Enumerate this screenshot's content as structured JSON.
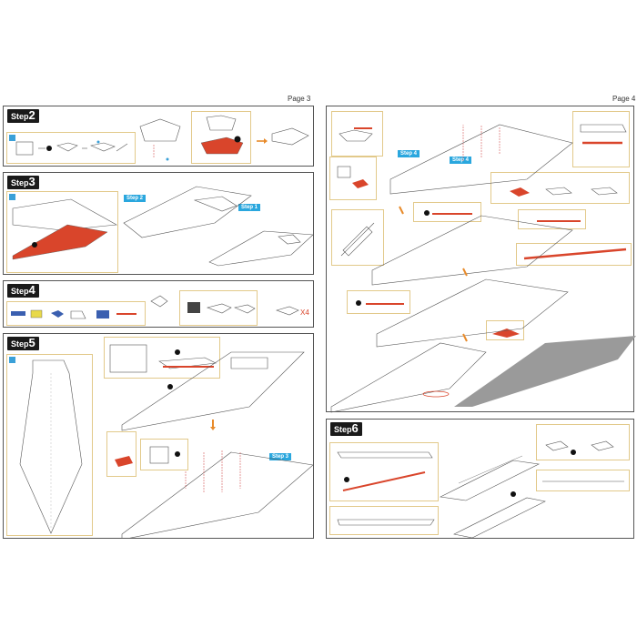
{
  "pages": {
    "left_label": "Page 3",
    "right_label": "Page 4"
  },
  "steps": {
    "s2": {
      "word": "Step",
      "num": "2"
    },
    "s3": {
      "word": "Step",
      "num": "3"
    },
    "s4": {
      "word": "Step",
      "num": "4"
    },
    "s5": {
      "word": "Step",
      "num": "5"
    },
    "s6": {
      "word": "Step",
      "num": "6"
    }
  },
  "step_tags": {
    "t1": "Step 2",
    "t2": "Step 1",
    "t3": "Step 3",
    "t4": "Step 4",
    "t5": "Step 4"
  },
  "multiplier": "X4",
  "colors": {
    "accent_red": "#d9452b",
    "badge_blue": "#3aa0d8",
    "callout_border": "#e2c98a",
    "model_gray": "#9a9a9a"
  }
}
